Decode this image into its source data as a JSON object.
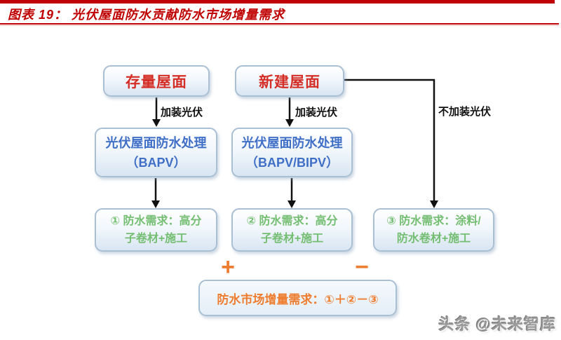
{
  "header": {
    "title": "图表 19： 光伏屋面防水贡献防水市场增量需求"
  },
  "flow": {
    "nodes": {
      "existing_roof": "存量屋面",
      "new_roof": "新建屋面",
      "treat_left": {
        "line1": "光伏屋面防水处理",
        "line2": "（BAPV）"
      },
      "treat_mid": {
        "line1": "光伏屋面防水处理",
        "line2": "（BAPV/BIPV）"
      },
      "demand1": {
        "line1": "① 防水需求：高分",
        "line2": "子卷材+施工"
      },
      "demand2": {
        "line1": "② 防水需求：高分",
        "line2": "子卷材+施工"
      },
      "demand3": {
        "line1": "③ 防水需求：涂料/",
        "line2": "防水卷材+施工"
      },
      "summary": "防水市场增量需求：①＋②－③"
    },
    "edge_labels": {
      "install_pv_left": "加装光伏",
      "install_pv_mid": "加装光伏",
      "no_install_pv": "不加装光伏"
    },
    "operators": {
      "plus": "+",
      "minus": "−"
    }
  },
  "footer": {
    "watermark": "头条 @未来智库"
  },
  "colors": {
    "accent_red": "#C00000",
    "node_text_red": "#D42E26",
    "node_text_blue": "#3F6FC6",
    "node_text_green": "#74BE72",
    "operator_orange": "#ED7D31",
    "node_border": "#A9BFD3",
    "node_fill_bottom": "#D8E5F2",
    "connector_black": "#111111",
    "watermark_gray": "#9B9B9B"
  }
}
